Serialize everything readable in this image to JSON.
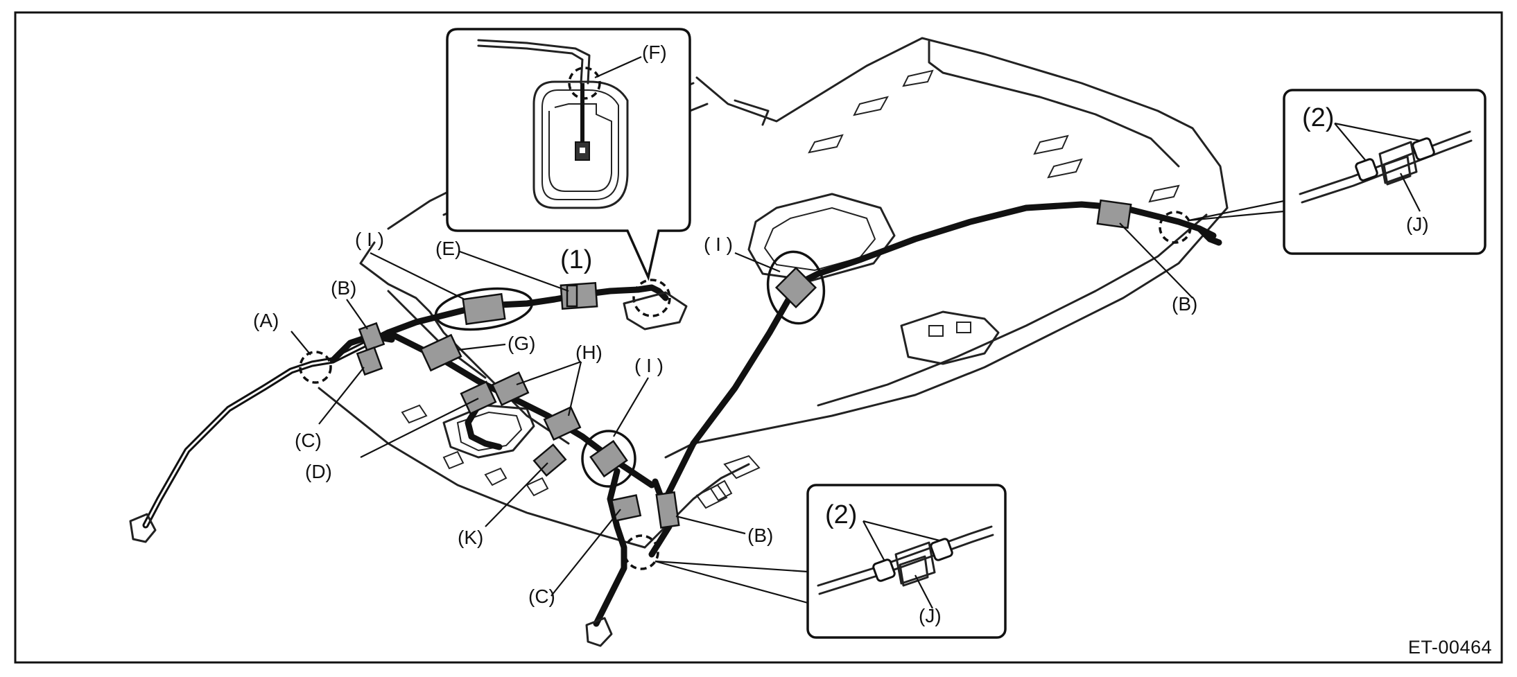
{
  "figure": {
    "code": "ET-00464"
  },
  "callouts": {
    "A": "(A)",
    "B_left": "(B)",
    "B_center": "(B)",
    "B_right": "(B)",
    "C_left": "(C)",
    "C_center": "(C)",
    "D": "(D)",
    "E": "(E)",
    "F": "(F)",
    "G": "(G)",
    "H": "(H)",
    "I_left": "( I )",
    "I_center": "( I )",
    "I_right": "( I )",
    "K": "(K)",
    "num1": "(1)"
  },
  "inset_right": {
    "num": "(2)",
    "part": "(J)"
  },
  "inset_bottom": {
    "num": "(2)",
    "part": "(J)"
  }
}
